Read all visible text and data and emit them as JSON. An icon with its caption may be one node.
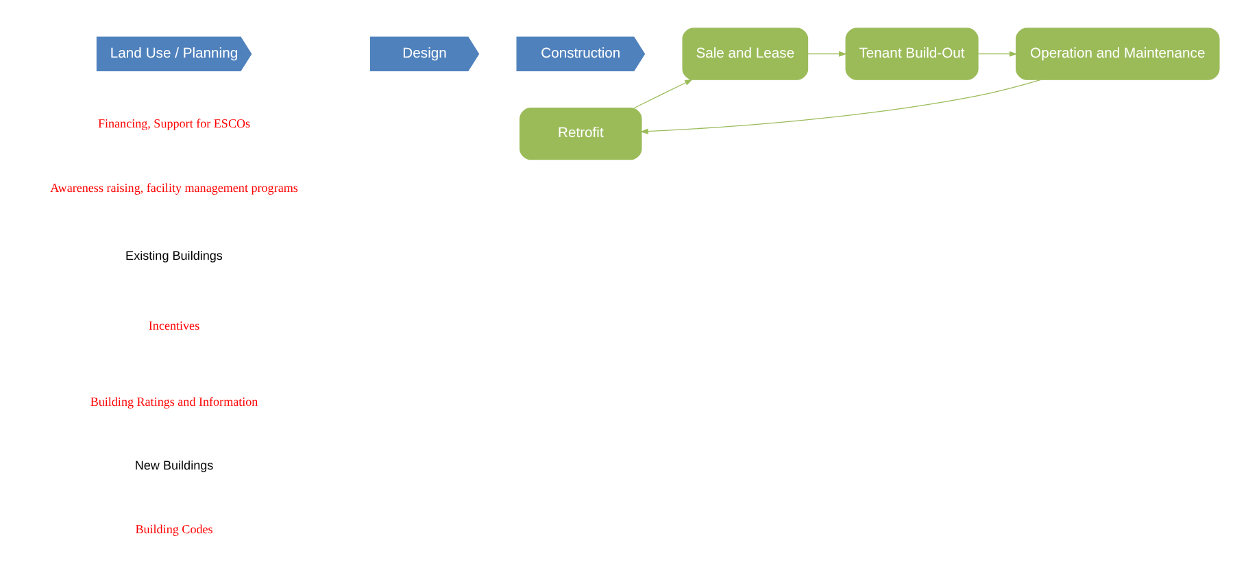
{
  "diagram": {
    "nodes": [
      {
        "text": [
          "Land Use / Planning"
        ]
      },
      {
        "text": [
          "Design"
        ]
      },
      {
        "text": [
          "Construction"
        ]
      },
      {
        "text": [
          "Sale and Lease"
        ]
      },
      {
        "text": [
          "Tenant Build-Out"
        ]
      },
      {
        "text": [
          "Operation and Maintenance"
        ]
      },
      {
        "text": [
          "Retrofit"
        ]
      }
    ],
    "edges": [
      {
        "from": 3,
        "to": 4,
        "arrow": "to"
      },
      {
        "from": 4,
        "to": 5,
        "arrow": "to"
      },
      {
        "from": 5,
        "to": 6,
        "arrow": "to"
      },
      {
        "from": 6,
        "to": 3,
        "arrow": "to"
      }
    ],
    "labels": [
      "Existing Buildings",
      "New Buildings",
      "Incentives",
      "Building Codes",
      "Building Ratings and Information",
      "Awareness raising, facility management programs",
      "Financing, Support for ESCOs"
    ]
  }
}
